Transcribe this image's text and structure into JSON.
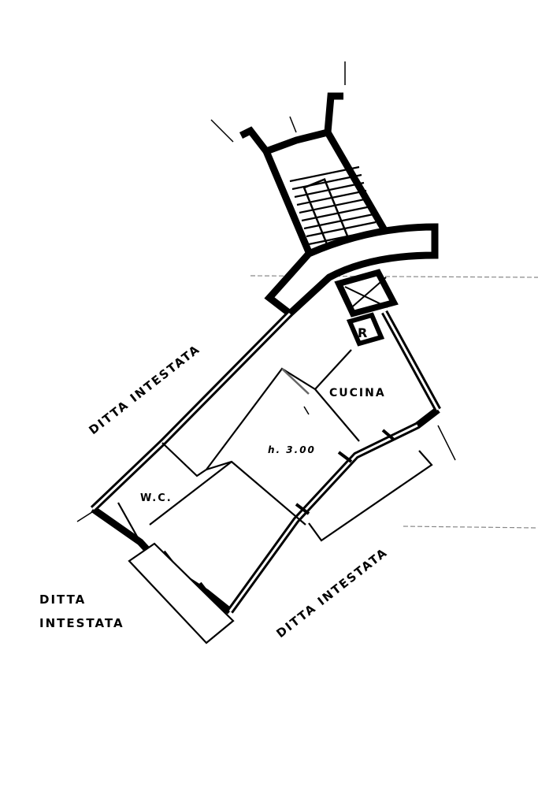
{
  "labels": {
    "neighbor_upper": "DITTA INTESTATA",
    "neighbor_left_line1": "DITTA",
    "neighbor_left_line2": "INTESTATA",
    "neighbor_lower": "DITTA INTESTATA",
    "kitchen": "CUCINA",
    "wc": "W.C.",
    "height": "h. 3.00",
    "r_box": "R"
  }
}
